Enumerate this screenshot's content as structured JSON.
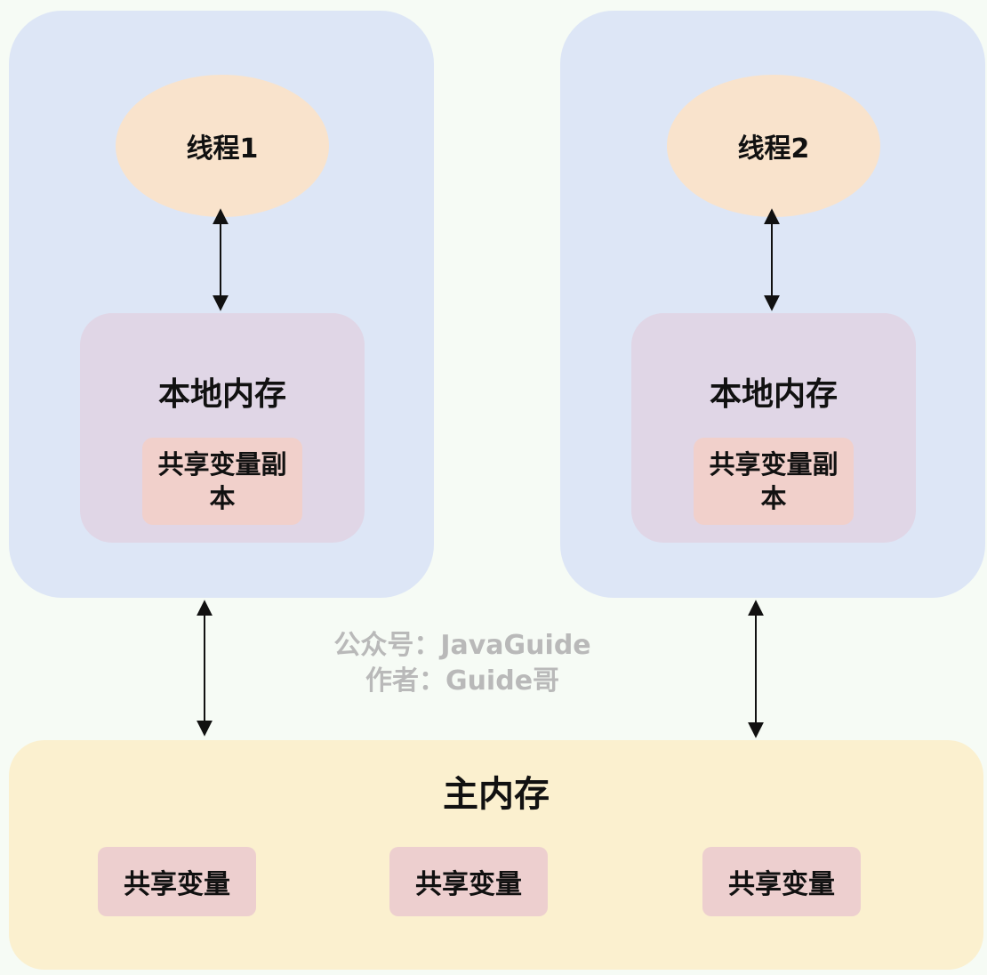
{
  "threads": [
    {
      "name": "线程1",
      "local_memory_label": "本地内存",
      "copy_label": "共享变量副本"
    },
    {
      "name": "线程2",
      "local_memory_label": "本地内存",
      "copy_label": "共享变量副本"
    }
  ],
  "main_memory": {
    "label": "主内存",
    "shared_variables": [
      "共享变量",
      "共享变量",
      "共享变量"
    ]
  },
  "watermark": {
    "line1": "公众号：JavaGuide",
    "line2": "作者：Guide哥"
  },
  "colors": {
    "background": "#f6fbf5",
    "thread_panel": "#dde6f6",
    "thread_ellipse": "#f9e3cc",
    "local_memory": "#e0d6e6",
    "copy_box": "#f1d0cb",
    "main_memory": "#fbf0cf",
    "shared_variable": "#edcfcf",
    "watermark_text": "#b9b9b9",
    "arrow": "#111111"
  }
}
